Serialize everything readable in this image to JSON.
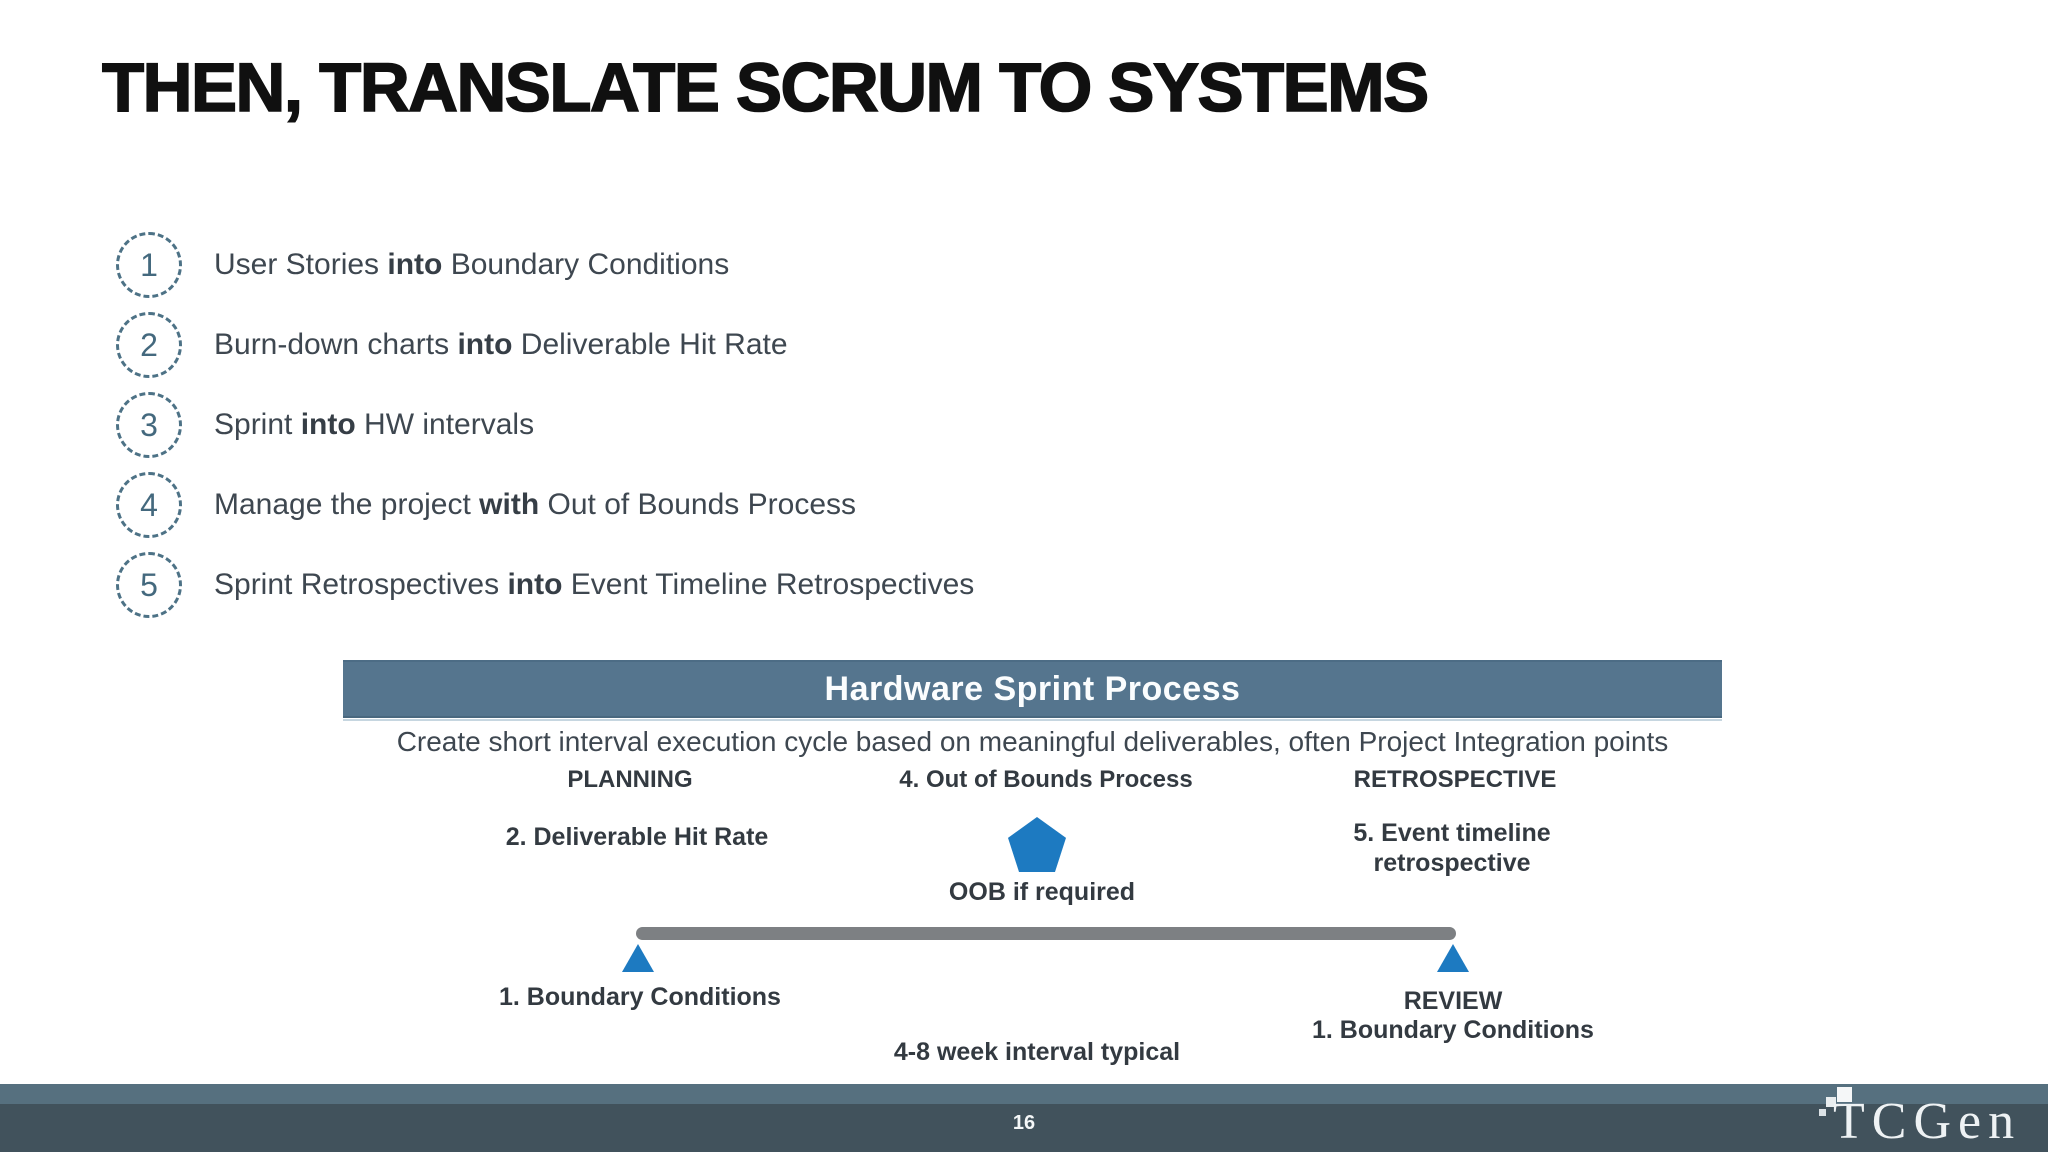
{
  "slide": {
    "title": "THEN, TRANSLATE SCRUM TO SYSTEMS",
    "page_number": "16",
    "logo_text": "TCGen"
  },
  "list": {
    "items": [
      {
        "num": "1",
        "pre": "User Stories ",
        "bold": "into",
        "post": " Boundary Conditions"
      },
      {
        "num": "2",
        "pre": "Burn-down charts ",
        "bold": "into",
        "post": " Deliverable Hit Rate"
      },
      {
        "num": "3",
        "pre": "Sprint ",
        "bold": "into",
        "post": " HW intervals"
      },
      {
        "num": "4",
        "pre": "Manage the project ",
        "bold": "with",
        "post": " Out of Bounds Process"
      },
      {
        "num": "5",
        "pre": "Sprint Retrospectives ",
        "bold": "into",
        "post": " Event Timeline Retrospectives"
      }
    ]
  },
  "diagram": {
    "header": "Hardware Sprint Process",
    "subtitle": "Create short interval execution cycle based on meaningful deliverables, often Project Integration points",
    "columns": {
      "planning": "PLANNING",
      "oob": "4. Out of Bounds Process",
      "retrospective": "RETROSPECTIVE"
    },
    "deliverable_hit_rate": "2. Deliverable Hit Rate",
    "event_timeline_line1": "5. Event timeline",
    "event_timeline_line2": "retrospective",
    "oob_if_required": "OOB if required",
    "boundary_left": "1. Boundary Conditions",
    "review": "REVIEW",
    "boundary_right": "1. Boundary Conditions",
    "interval_note": "4-8 week interval typical",
    "shapes": {
      "pentagon": "oob-milestone-pentagon",
      "timeline": "sprint-interval-bar",
      "triangles": "boundary-markers"
    }
  },
  "colors": {
    "accent_blue": "#1D7AC1",
    "header_slate": "#55758E",
    "footer_light_band": "#56707F",
    "footer_dark_band": "#41525C",
    "circle_stroke": "#4D7286",
    "body_text": "#3E4750",
    "timeline_gray": "#7D8083"
  }
}
